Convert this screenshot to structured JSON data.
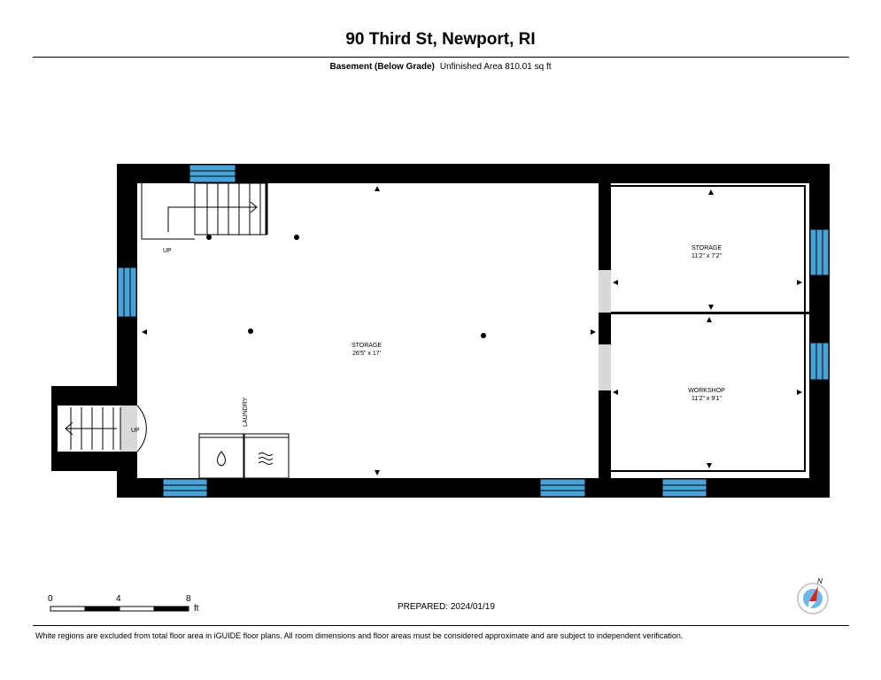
{
  "header": {
    "address": "90 Third St, Newport, RI",
    "level": "Basement (Below Grade)",
    "area_text": "Unfinished Area 810.01 sq ft"
  },
  "rooms": {
    "main_storage": {
      "name": "STORAGE",
      "dims": "26'5\" x 17'"
    },
    "storage_small": {
      "name": "STORAGE",
      "dims": "11'2\" x 7'2\""
    },
    "workshop": {
      "name": "WORKSHOP",
      "dims": "11'2\" x 9'1\""
    },
    "laundry": {
      "name": "LAUNDRY"
    }
  },
  "stairs": {
    "upper_label": "UP",
    "lower_label": "UP"
  },
  "scale": {
    "ticks": [
      "0",
      "4",
      "8"
    ],
    "unit": "ft"
  },
  "compass": {
    "label": "N"
  },
  "prepared": "PREPARED: 2024/01/19",
  "footnote": "White regions are excluded from total floor area in iGUIDE floor plans. All room dimensions and floor areas must be considered approximate and are subject to independent verification.",
  "colors": {
    "wall": "#000000",
    "window": "#4aa3d8",
    "door_gap": "#d9d9d9",
    "compass_red": "#e02020",
    "compass_blue": "#6fb7e6"
  }
}
